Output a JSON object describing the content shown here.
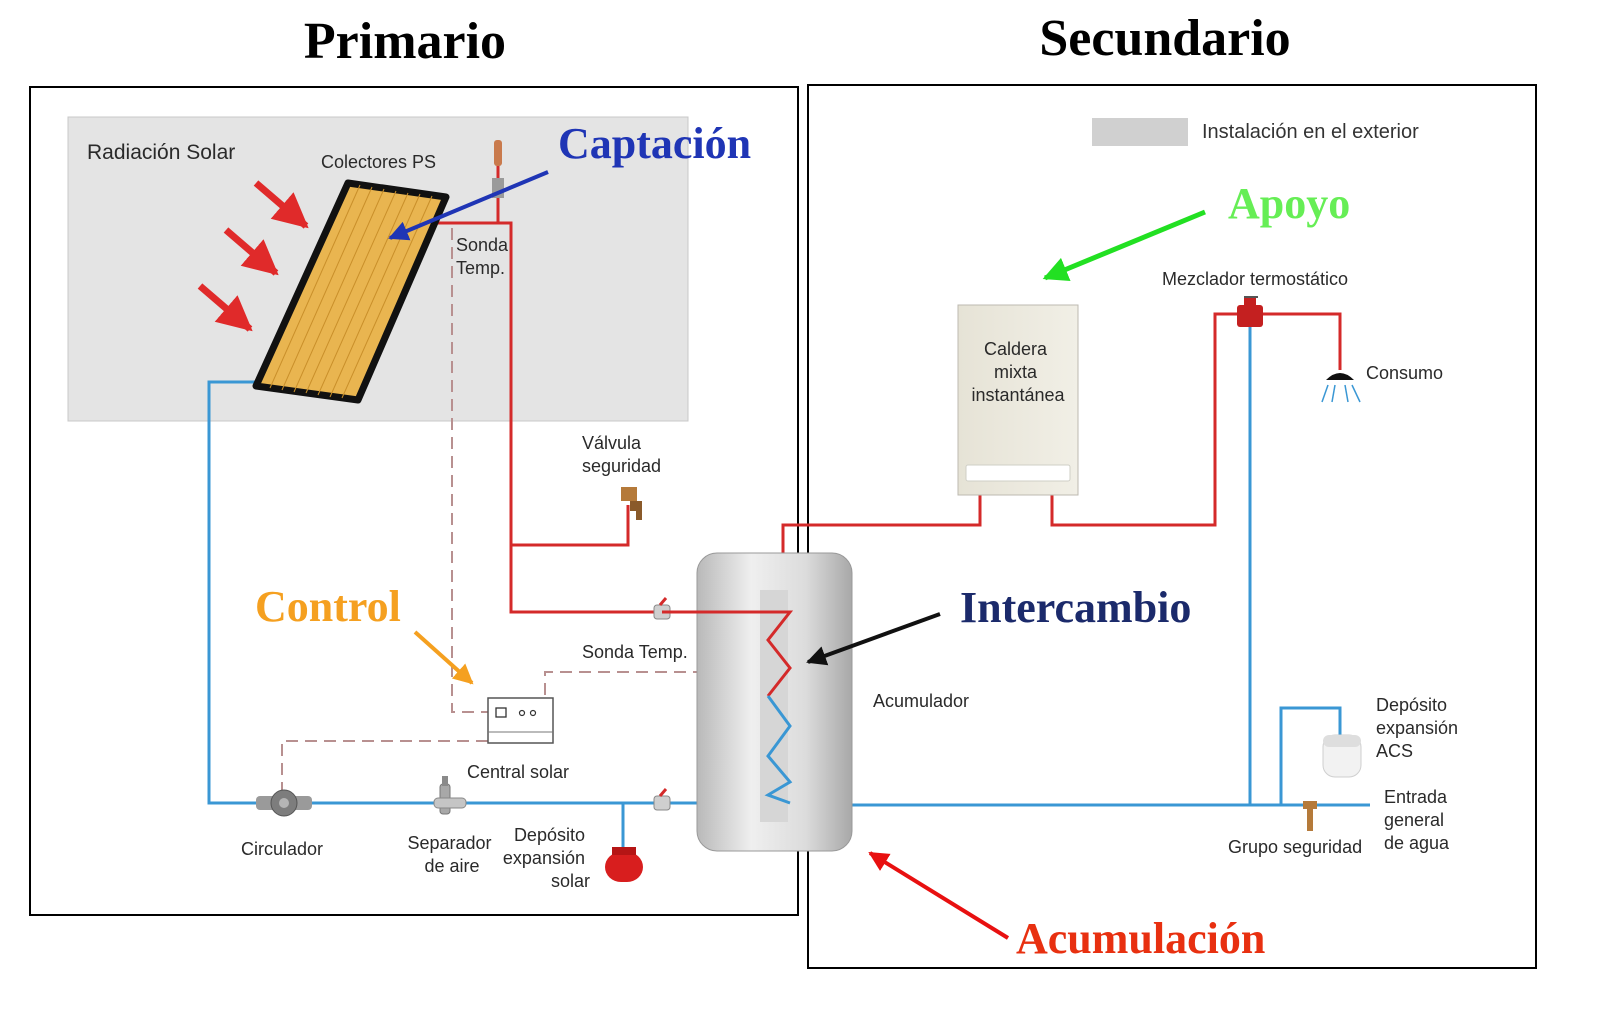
{
  "headings": {
    "primary": "Primario",
    "secondary": "Secundario"
  },
  "legend": {
    "outdoor_label": "Instalación en el exterior",
    "outdoor_color": "#d0d0d0"
  },
  "sections": {
    "captacion": "Captación",
    "apoyo": "Apoyo",
    "control": "Control",
    "intercambio": "Intercambio",
    "acumulacion": "Acumulación"
  },
  "components": {
    "radiacion_solar": "Radiación Solar",
    "colectores": "Colectores PS",
    "sonda_temp_top": [
      "Sonda",
      "Temp."
    ],
    "valvula_seguridad": [
      "Válvula",
      "seguridad"
    ],
    "sonda_temp_mid": "Sonda Temp.",
    "central_solar": "Central solar",
    "circulador": "Circulador",
    "separador_aire": [
      "Separador",
      "de aire"
    ],
    "deposito_expansion_solar": [
      "Depósito",
      "expansión",
      "solar"
    ],
    "acumulador": "Acumulador",
    "caldera": [
      "Caldera",
      "mixta",
      "instantánea"
    ],
    "mezclador": "Mezclador termostático",
    "consumo": "Consumo",
    "deposito_expansion_acs": [
      "Depósito",
      "expansión",
      "ACS"
    ],
    "entrada_agua": [
      "Entrada",
      "general",
      "de agua"
    ],
    "grupo_seguridad": "Grupo seguridad"
  },
  "colors": {
    "hot_pipe": "#d42a2a",
    "cold_pipe": "#3a97d4",
    "control_line": "#b89090",
    "captacion": "#1f35b5",
    "apoyo": "#66ee55",
    "control": "#f5a020",
    "intercambio": "#1b2a6b",
    "acumulacion": "#e83010",
    "collector_fill": "#e9b550"
  },
  "icons": [
    "sun-ray-arrow-icon",
    "solar-collector-icon",
    "temperature-probe-icon",
    "safety-valve-icon",
    "controller-icon",
    "pump-icon",
    "air-separator-icon",
    "expansion-vessel-icon",
    "storage-tank-icon",
    "boiler-icon",
    "mixing-valve-icon",
    "shower-icon",
    "safety-group-icon"
  ]
}
